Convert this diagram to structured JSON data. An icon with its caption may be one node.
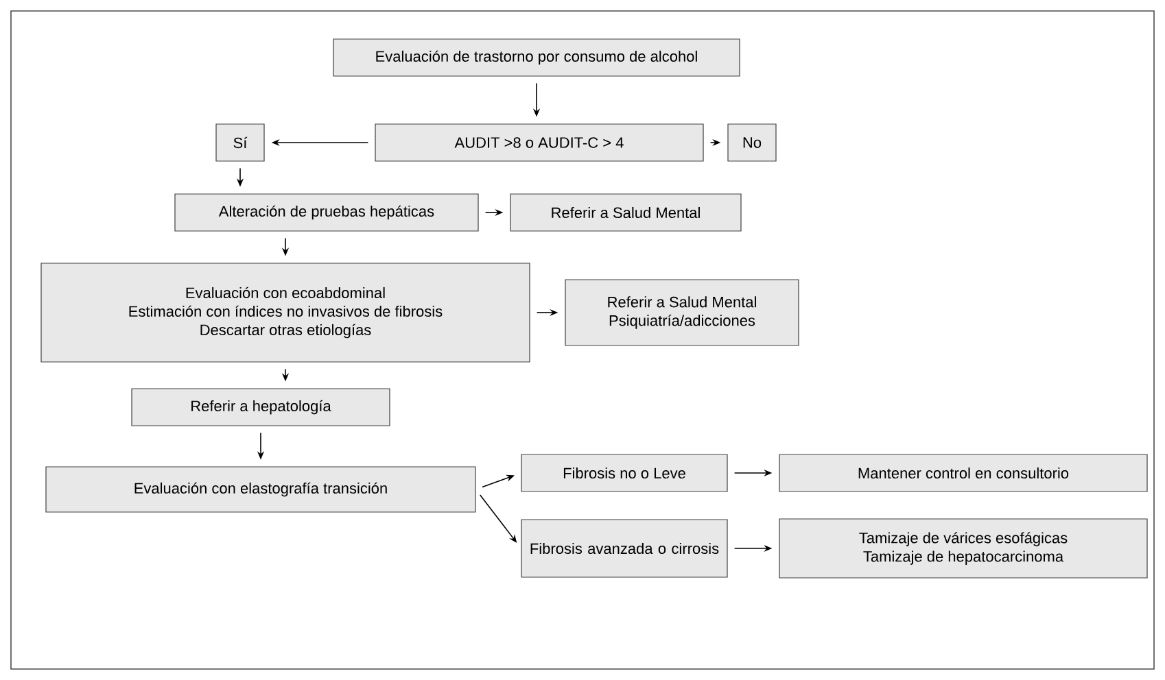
{
  "diagram": {
    "nodes": [
      {
        "text": [
          "Evaluación de trastorno por consumo de alcohol"
        ]
      },
      {
        "text": [
          "AUDIT >8 o AUDIT-C > 4"
        ]
      },
      {
        "text": [
          "Sí"
        ]
      },
      {
        "text": [
          "No"
        ]
      },
      {
        "text": [
          "Alteración de pruebas hepáticas"
        ]
      },
      {
        "text": [
          "Referir a Salud Mental"
        ]
      },
      {
        "text": [
          "Evaluación con ecoabdominal",
          "Estimación con índices no invasivos de fibrosis",
          "Descartar otras etiologías"
        ]
      },
      {
        "text": [
          "Referir a Salud Mental",
          "Psiquiatría/adicciones"
        ]
      },
      {
        "text": [
          "Referir a hepatología"
        ]
      },
      {
        "text": [
          "Evaluación con elastografía transición"
        ]
      },
      {
        "text": [
          "Fibrosis no o Leve"
        ]
      },
      {
        "text": [
          "Mantener control en consultorio"
        ]
      },
      {
        "text": [
          "Fibrosis avanzada o cirrosis"
        ]
      },
      {
        "text": [
          "Tamizaje de várices esofágicas",
          "Tamizaje de hepatocarcinoma"
        ]
      }
    ],
    "edges": [
      {
        "from": 0,
        "to": 1,
        "arrow": "to"
      },
      {
        "from": 1,
        "to": 2,
        "arrow": "to"
      },
      {
        "from": 1,
        "to": 3,
        "arrow": "to"
      },
      {
        "from": 2,
        "to": 4,
        "arrow": "to"
      },
      {
        "from": 4,
        "to": 5,
        "arrow": "to"
      },
      {
        "from": 4,
        "to": 6,
        "arrow": "to"
      },
      {
        "from": 6,
        "to": 7,
        "arrow": "to"
      },
      {
        "from": 6,
        "to": 8,
        "arrow": "to"
      },
      {
        "from": 8,
        "to": 9,
        "arrow": "to"
      },
      {
        "from": 9,
        "to": 10,
        "arrow": "to"
      },
      {
        "from": 9,
        "to": 12,
        "arrow": "to"
      },
      {
        "from": 10,
        "to": 11,
        "arrow": "to"
      },
      {
        "from": 12,
        "to": 13,
        "arrow": "to"
      }
    ]
  }
}
